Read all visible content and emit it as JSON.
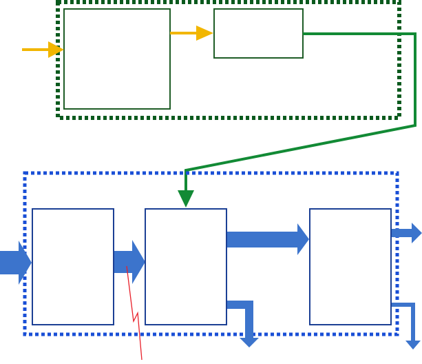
{
  "colors": {
    "background": "#ffffff",
    "upper_group_border": "#0b5a1e",
    "upper_box_stroke": "#1e5c26",
    "connector_green": "#128a35",
    "input_arrow_yellow": "#f2b600",
    "lower_group_border": "#1a4fd6",
    "lower_box_stroke": "#1b3f94",
    "flow_arrow_blue": "#3c74cc",
    "signal_line_red": "#e8202a"
  },
  "groups": [
    {
      "id": "upper",
      "name": "upper-group",
      "border": "dotted",
      "color": "upper_group_border",
      "boxes": 2
    },
    {
      "id": "lower",
      "name": "lower-group",
      "border": "dotted",
      "color": "lower_group_border",
      "boxes": 3
    }
  ],
  "icons": {
    "upper_input": "arrow-right-icon",
    "upper_link": "arrow-right-icon",
    "lower_input": "block-arrow-right-icon",
    "lower_link": "block-arrow-right-icon",
    "lower_output": "block-arrow-down-icon",
    "connector": "arrow-down-icon",
    "signal": "zigzag-line-icon"
  }
}
